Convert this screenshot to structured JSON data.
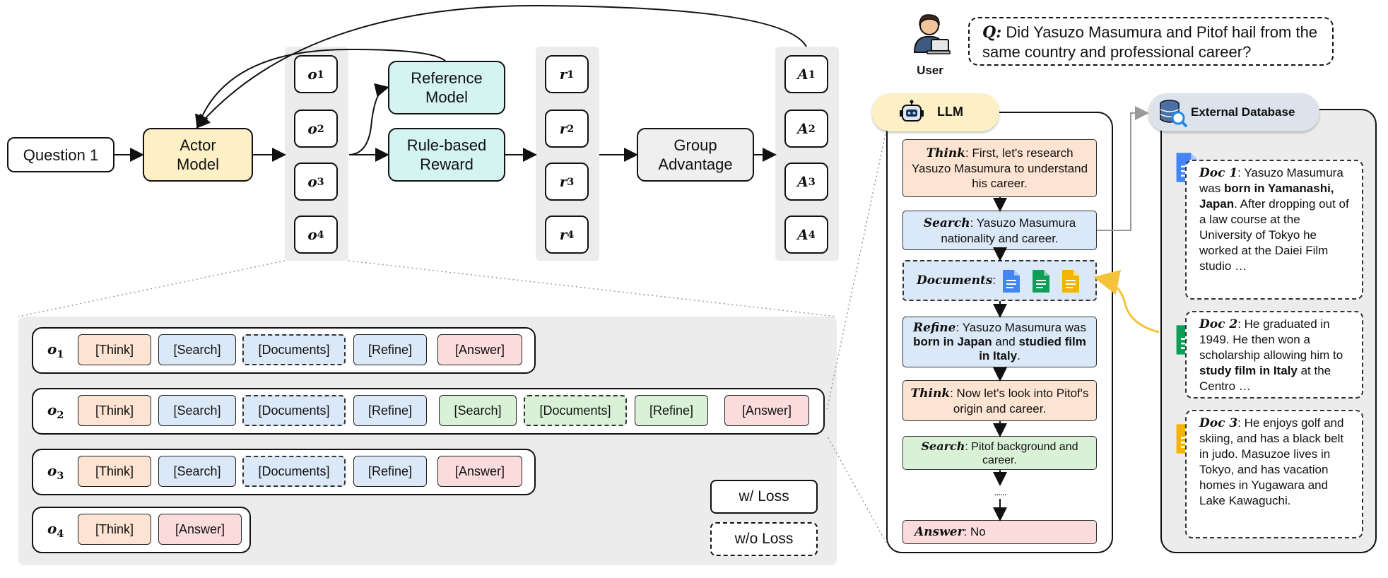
{
  "flow": {
    "question": "Question 1",
    "actor": [
      "Actor",
      "Model"
    ],
    "reference": [
      "Reference",
      "Model"
    ],
    "reward": [
      "Rule-based",
      "Reward"
    ],
    "group": [
      "Group",
      "Advantage"
    ],
    "o_var": "o",
    "r_var": "r",
    "a_var": "A",
    "subs": [
      "1",
      "2",
      "3",
      "4"
    ]
  },
  "rows": [
    {
      "id": "1",
      "tags": [
        "[Think]",
        "[Search]",
        "[Documents]",
        "[Refine]",
        "[Answer]"
      ]
    },
    {
      "id": "2",
      "tags": [
        "[Think]",
        "[Search]",
        "[Documents]",
        "[Refine]",
        "[Search]",
        "[Documents]",
        "[Refine]",
        "[Answer]"
      ]
    },
    {
      "id": "3",
      "tags": [
        "[Think]",
        "[Search]",
        "[Documents]",
        "[Refine]",
        "[Answer]"
      ]
    },
    {
      "id": "4",
      "tags": [
        "[Think]",
        "[Answer]"
      ]
    }
  ],
  "legend": {
    "with_loss": "w/ Loss",
    "without_loss": "w/o Loss"
  },
  "user": {
    "label": "User",
    "q_prefix": "Q:",
    "question": "Did Yasuzo Masumura and Pitof hail from the same country and professional career?"
  },
  "llm": {
    "label": "LLM",
    "steps": {
      "think1": {
        "key": "Think",
        "text": ": First, let's research Yasuzo Masumura to understand his career."
      },
      "search1": {
        "key": "Search",
        "text": ": Yasuzo Masumura nationality and career."
      },
      "docs": {
        "key": "Documents",
        "text": ":"
      },
      "refine": {
        "key": "Refine",
        "text_a": ": Yasuzo Masumura was ",
        "bold_a": "born in Japan",
        "text_b": " and ",
        "bold_b": "studied film in Italy",
        "text_c": "."
      },
      "think2": {
        "key": "Think",
        "text": ": Now let's look into Pitof's origin and career."
      },
      "search2": {
        "key": "Search",
        "text": ": Pitof background and career."
      },
      "ellipsis": "......",
      "answer": {
        "key": "Answer",
        "text": ": No"
      }
    }
  },
  "database": {
    "label": "External Database",
    "docs": [
      {
        "key": "Doc 1",
        "text_a": ": Yasuzo Masumura was ",
        "bold": "born in Yamanashi, Japan",
        "text_b": ". After dropping out of a law course at the University of Tokyo he worked at the Daiei Film studio …"
      },
      {
        "key": "Doc 2",
        "text_a": ":  He graduated in 1949. He then won a scholarship allowing him to ",
        "bold": "study film in Italy",
        "text_b": " at the Centro …"
      },
      {
        "key": "Doc 3",
        "text_a": ": He enjoys golf and skiing, and has a black belt in judo. Masuzoe lives in Tokyo, and has vacation homes in Yugawara and Lake Kawaguchi.",
        "bold": "",
        "text_b": ""
      }
    ]
  },
  "colors": {
    "actor": "#fdf0c6",
    "teal": "#d3f4f1",
    "think": "#fde3d2",
    "search": "#dbe8f8",
    "green": "#d9f2d7",
    "answer": "#fbdcdc",
    "panel": "#ececec",
    "doc_blue": "#4285f4",
    "doc_green": "#0f9d58",
    "doc_yellow": "#f4b400",
    "arrow_yellow": "#f5c33b"
  },
  "icons": {
    "user": "user-laptop-icon",
    "llm": "robot-icon",
    "db": "database-search-icon",
    "doc": "document-icon"
  }
}
